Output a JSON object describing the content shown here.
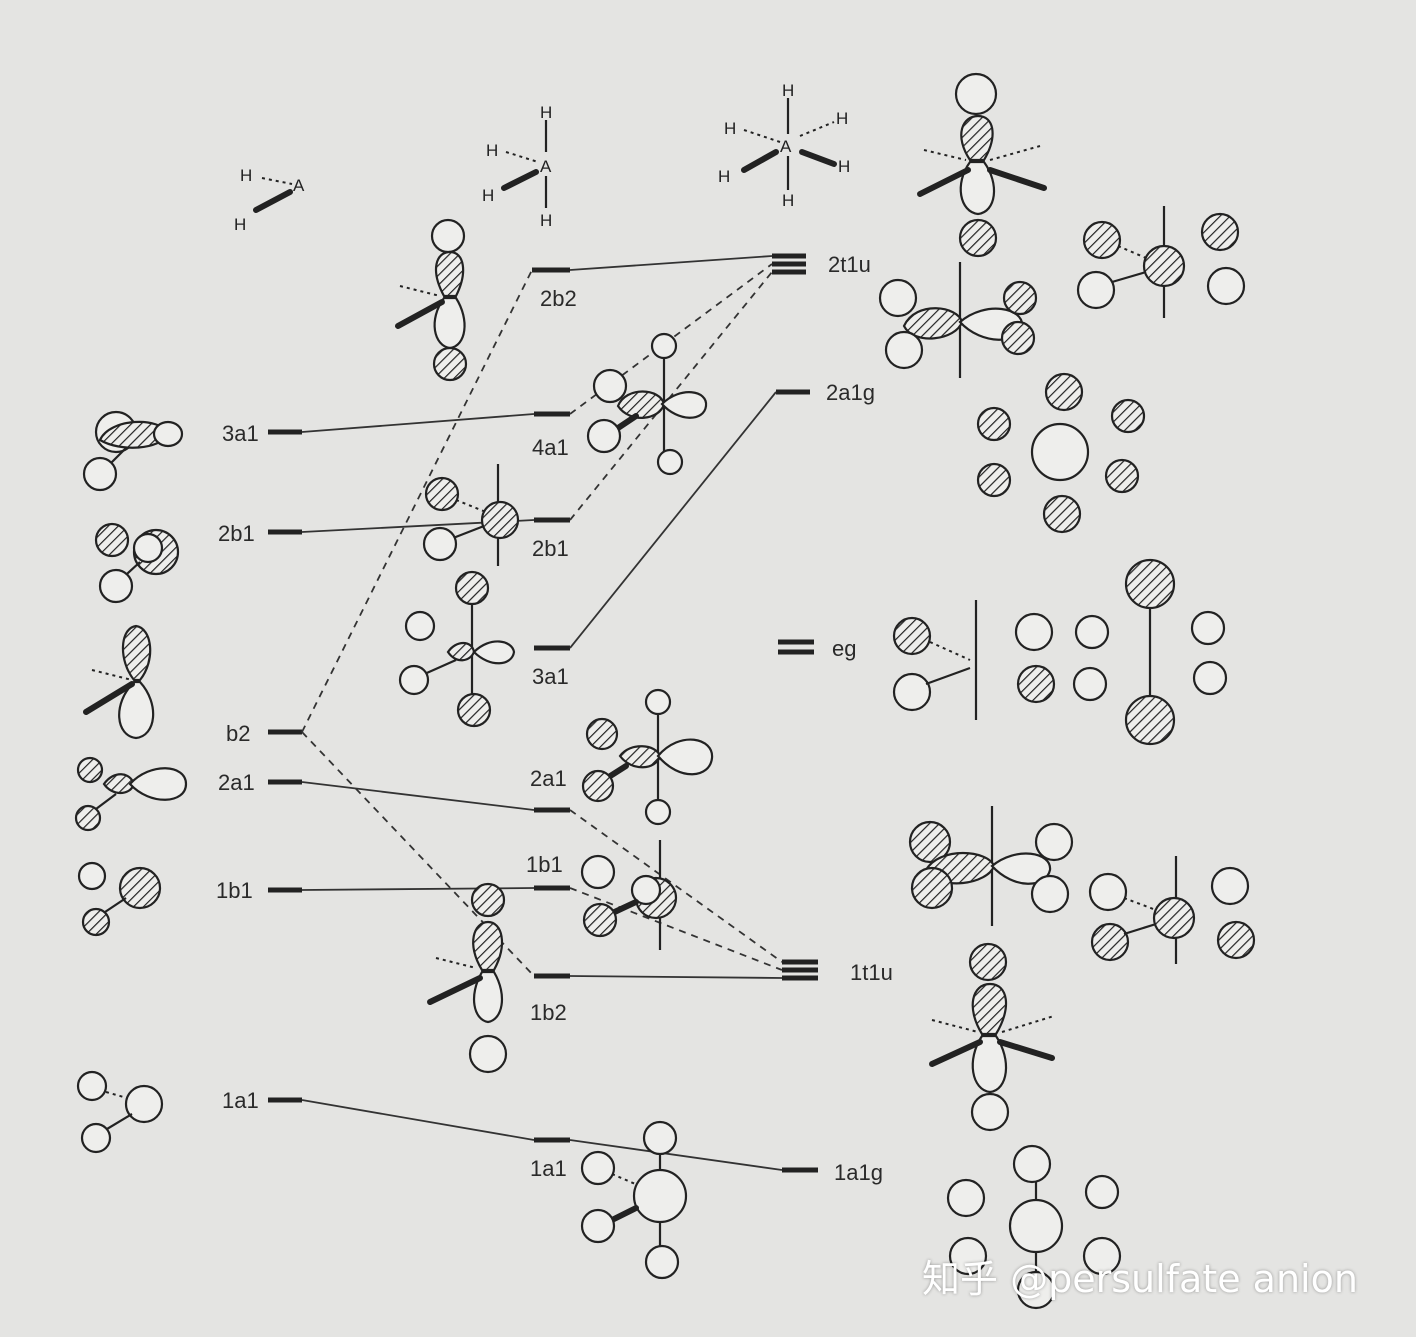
{
  "molecules": {
    "bent": {
      "center": "A",
      "ligands": [
        "H",
        "H"
      ]
    },
    "pyramidal": {
      "center": "A",
      "ligands": [
        "H",
        "H",
        "H",
        "H"
      ]
    },
    "octahedral": {
      "center": "A",
      "ligands": [
        "H",
        "H",
        "H",
        "H",
        "H",
        "H"
      ]
    }
  },
  "levels": {
    "left": [
      "3a1",
      "2b1",
      "b2",
      "2a1",
      "1b1",
      "1a1"
    ],
    "middle": [
      "2b2",
      "4a1",
      "2b1",
      "3a1",
      "2a1",
      "1b1",
      "1b2",
      "1a1"
    ],
    "right": [
      "2t1u",
      "2a1g",
      "eg",
      "1t1u",
      "1a1g"
    ]
  },
  "watermark": "知乎 @persulfate anion"
}
